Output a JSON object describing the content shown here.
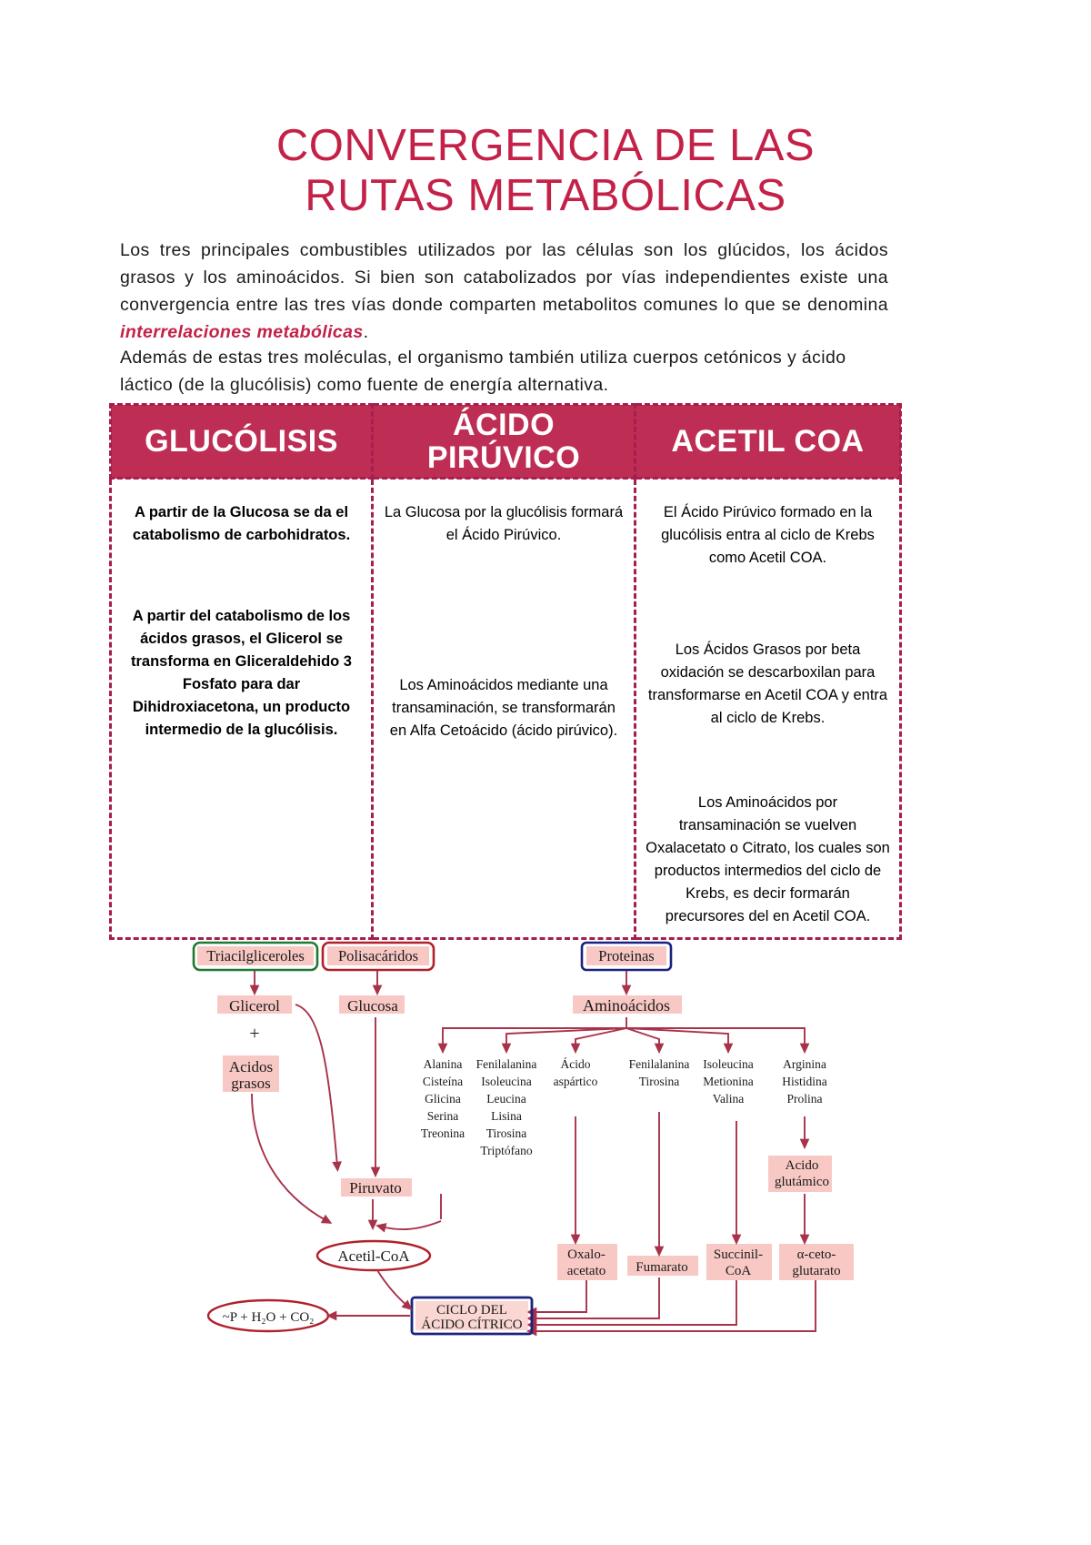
{
  "document": {
    "title_line1": "CONVERGENCIA DE LAS",
    "title_line2": "RUTAS METABÓLICAS",
    "title_color": "#C32148",
    "paragraph1_part1": "Los tres principales combustibles utilizados por las células son los glúcidos, los ácidos grasos y los aminoácidos. Si bien son catabolizados por vías independientes existe una convergencia entre las tres vías donde comparten metabolitos comunes lo que se denomina ",
    "paragraph1_emphasis": "interrelaciones metabólicas",
    "paragraph1_part2": ".",
    "paragraph2": "Además de estas tres moléculas, el organismo también utiliza cuerpos cetónicos y ácido láctico (de la glucólisis) como fuente de energía alternativa."
  },
  "table": {
    "header_bg": "#BE2D54",
    "border_color": "#A61E4D",
    "columns": [
      {
        "header": "GLUCÓLISIS",
        "cells": [
          "A partir de la Glucosa se da el catabolismo de carbohidratos.",
          "A partir del catabolismo de los ácidos grasos, el Glicerol se transforma en Gliceraldehido 3 Fosfato para dar Dihidroxiacetona, un producto intermedio de la glucólisis."
        ]
      },
      {
        "header_line1": "ÁCIDO",
        "header_line2": "PIRÚVICO",
        "header": "ÁCIDO PIRÚVICO",
        "cells": [
          "La Glucosa por la glucólisis formará el Ácido Pirúvico.",
          "Los Aminoácidos mediante una transaminación, se transformarán en Alfa Cetoácido (ácido pirúvico)."
        ]
      },
      {
        "header": "ACETIL COA",
        "cells": [
          "El Ácido Pirúvico formado en la glucólisis entra al ciclo de Krebs como Acetil COA.",
          "Los Ácidos Grasos por beta oxidación se descarboxilan para transformarse en Acetil COA y entra al ciclo de Krebs.",
          "Los Aminoácidos por transaminación se vuelven Oxalacetato o Citrato, los cuales son productos intermedios del ciclo de Krebs, es decir formarán precursores del en Acetil COA."
        ]
      }
    ]
  },
  "diagram": {
    "nodes": {
      "triacilgliceroles": "Triacilgliceroles",
      "polisacaridos": "Polisacáridos",
      "proteinas": "Proteinas",
      "glicerol": "Glicerol",
      "plus": "+",
      "acidos_grasos_l1": "Acidos",
      "acidos_grasos_l2": "grasos",
      "glucosa": "Glucosa",
      "aminoacidos": "Aminoácidos",
      "piruvato": "Piruvato",
      "acetil_coa": "Acetil-CoA",
      "oxalo_l1": "Oxalo-",
      "oxalo_l2": "acetato",
      "fumarato": "Fumarato",
      "succinil_l1": "Succinil-",
      "succinil_l2": "CoA",
      "alfa_ceto_l1": "α-ceto-",
      "alfa_ceto_l2": "glutarato",
      "acido_glutamico_l1": "Acido",
      "acido_glutamico_l2": "glutámico",
      "energia": "~P + H₂O + CO₂",
      "ciclo_l1": "CICLO DEL",
      "ciclo_l2": "ÁCIDO CÍTRICO"
    },
    "aminoacid_groups": [
      [
        "Alanina",
        "Cisteína",
        "Glicina",
        "Serina",
        "Treonina"
      ],
      [
        "Fenilalanina",
        "Isoleucina",
        "Leucina",
        "Lisina",
        "Tirosina",
        "Triptófano"
      ],
      [
        "Ácido",
        "aspártico"
      ],
      [
        "Fenilalanina",
        "Tirosina"
      ],
      [
        "Isoleucina",
        "Metionina",
        "Valina"
      ],
      [
        "Arginina",
        "Histidina",
        "Prolina"
      ]
    ],
    "colors": {
      "arrow": "#A8324A",
      "highlight": "#F8C9C4",
      "box_green": "#1E7A32",
      "box_red": "#B2202A",
      "box_blue": "#1B237E",
      "ellipse": "#B2202A",
      "ciclo_box": "#1B237E"
    }
  }
}
